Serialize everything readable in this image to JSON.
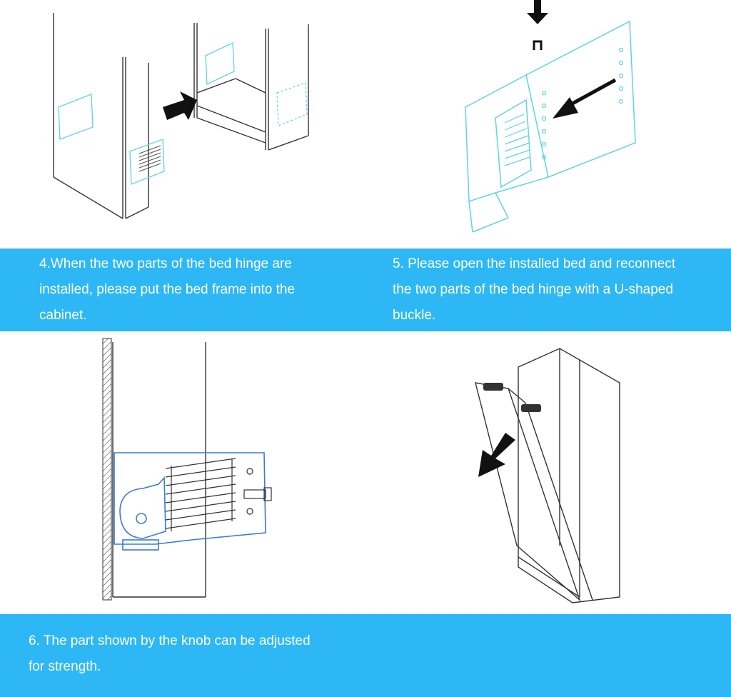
{
  "colors": {
    "band": "#2db8f5",
    "caption_text": "#ffffff",
    "line": "#333333",
    "hinge": "#5fd3e8",
    "arrow": "#111111"
  },
  "captions": [
    {
      "step": "4",
      "lines": [
        "4.When the two parts of the bed hinge are",
        "installed, please put the bed frame into the",
        "cabinet."
      ]
    },
    {
      "step": "5",
      "lines": [
        "5. Please open the installed bed and reconnect",
        "the two parts of the bed hinge with a U-shaped",
        "buckle."
      ]
    },
    {
      "step": "6",
      "lines": [
        "6. The part shown by the knob can be adjusted",
        "for strength."
      ]
    }
  ],
  "icons": {
    "push_arrow": "arrow-icon",
    "down_arrow": "arrow-down-icon",
    "u_buckle": "u-buckle-icon",
    "tilt_arrow": "arrow-icon"
  }
}
